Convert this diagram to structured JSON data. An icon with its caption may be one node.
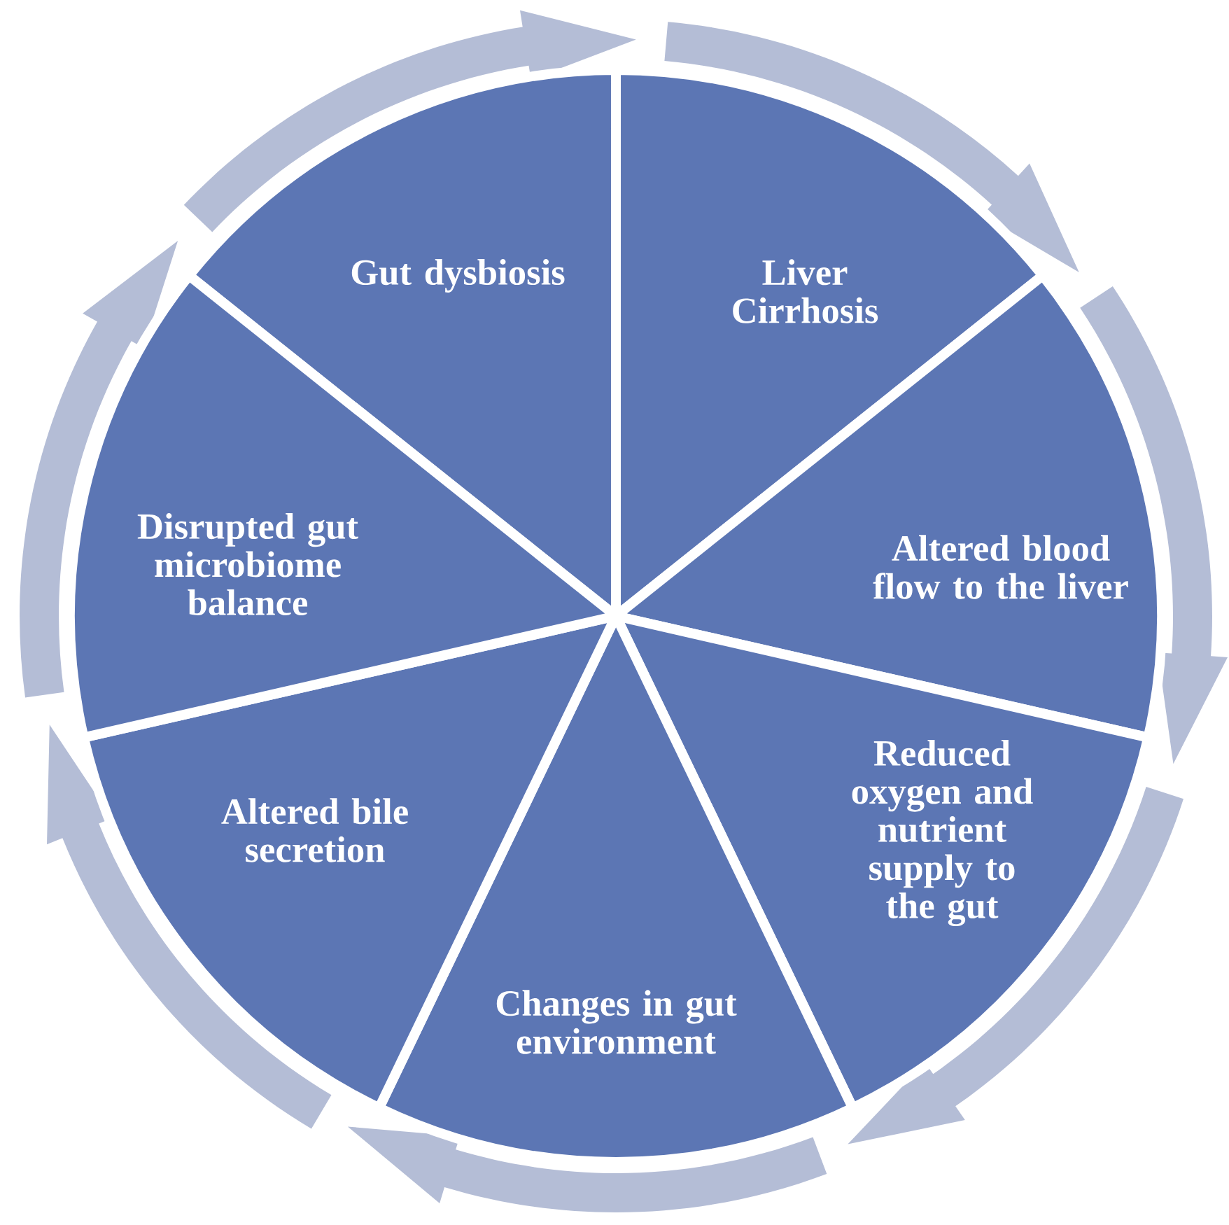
{
  "diagram": {
    "nodes": [
      {
        "text": [
          "Gut dysbiosis"
        ]
      },
      {
        "text": [
          "Liver Cirrhosis"
        ]
      },
      {
        "text": [
          "Altered blood flow to the liver"
        ]
      },
      {
        "text": [
          "Reduced oxygen and nutrient supply to the gut"
        ]
      },
      {
        "text": [
          "Changes in gut environment"
        ]
      },
      {
        "text": [
          "Altered bile secretion"
        ]
      },
      {
        "text": [
          "Disrupted gut microbiome balance"
        ]
      }
    ],
    "edges": [
      {
        "from": 0,
        "to": 1,
        "arrow": "to"
      },
      {
        "from": 1,
        "to": 2,
        "arrow": "to"
      },
      {
        "from": 2,
        "to": 3,
        "arrow": "to"
      },
      {
        "from": 3,
        "to": 4,
        "arrow": "to"
      },
      {
        "from": 4,
        "to": 5,
        "arrow": "to"
      },
      {
        "from": 5,
        "to": 6,
        "arrow": "to"
      },
      {
        "from": 6,
        "to": 0,
        "arrow": "to"
      }
    ]
  }
}
